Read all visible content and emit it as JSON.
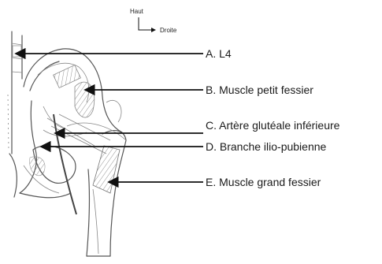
{
  "orientation": {
    "up": "Haut",
    "right": "Droite"
  },
  "labels": {
    "a": "A. L4",
    "b": "B. Muscle petit fessier",
    "c": "C. Artère glutéale inférieure",
    "d": "D. Branche ilio-pubienne",
    "e": "E. Muscle grand fessier"
  }
}
